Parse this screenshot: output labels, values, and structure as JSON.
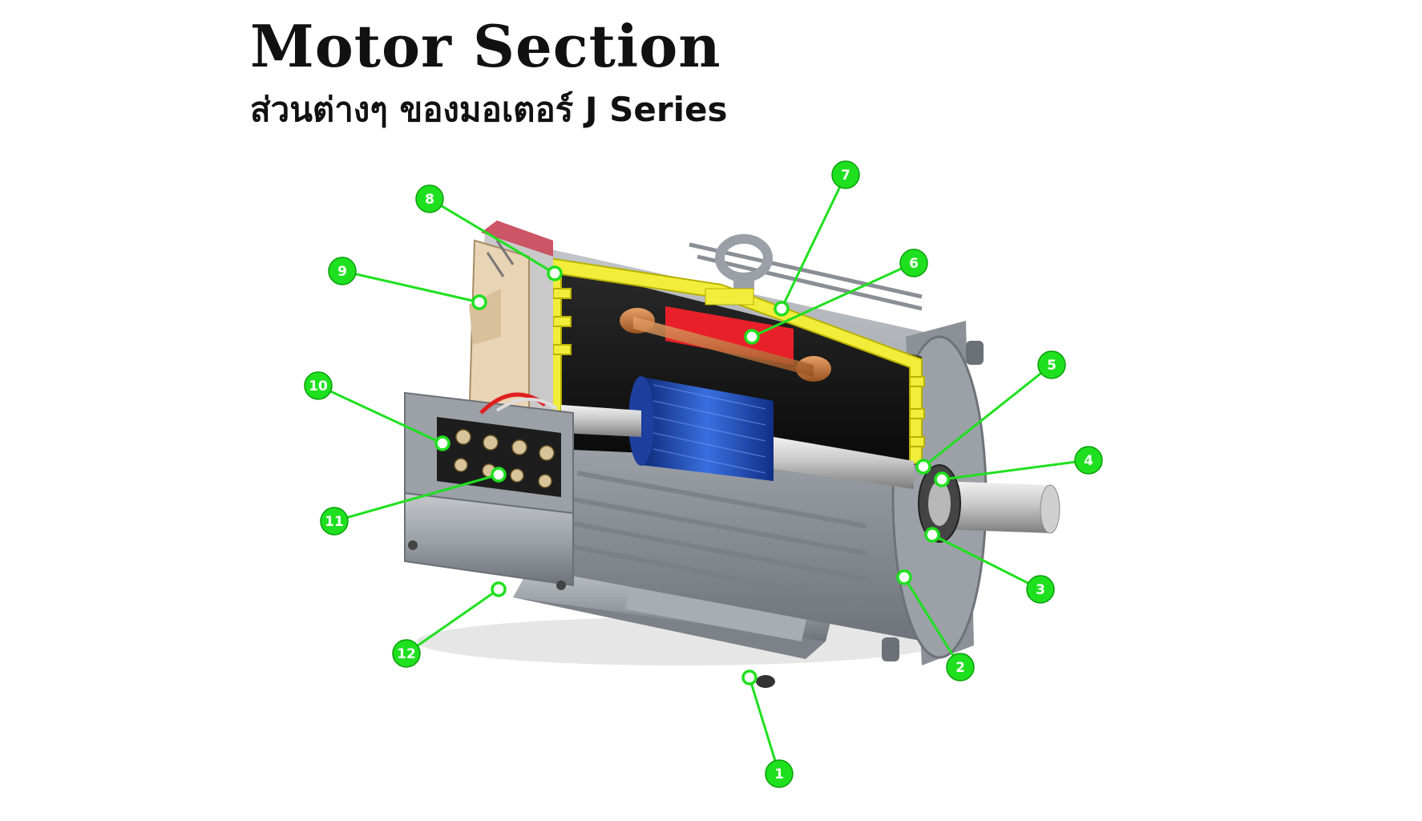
{
  "title": "Motor Section",
  "subtitle": "ส่วนต่างๆ ของมอเตอร์  J Series",
  "colors": {
    "callout": "#1fe01f",
    "callout_stroke": "#0a9e0a",
    "frame": "#9aa0a6",
    "highlight_yellow": "#f2ec3a",
    "stator_red": "#e8202a",
    "winding_blue": "#1a47b0",
    "copper": "#c8782e"
  },
  "callouts": [
    {
      "label": "1"
    },
    {
      "label": "2"
    },
    {
      "label": "3"
    },
    {
      "label": "4"
    },
    {
      "label": "5"
    },
    {
      "label": "6"
    },
    {
      "label": "7"
    },
    {
      "label": "8"
    },
    {
      "label": "9"
    },
    {
      "label": "10"
    },
    {
      "label": "11"
    },
    {
      "label": "12"
    }
  ]
}
